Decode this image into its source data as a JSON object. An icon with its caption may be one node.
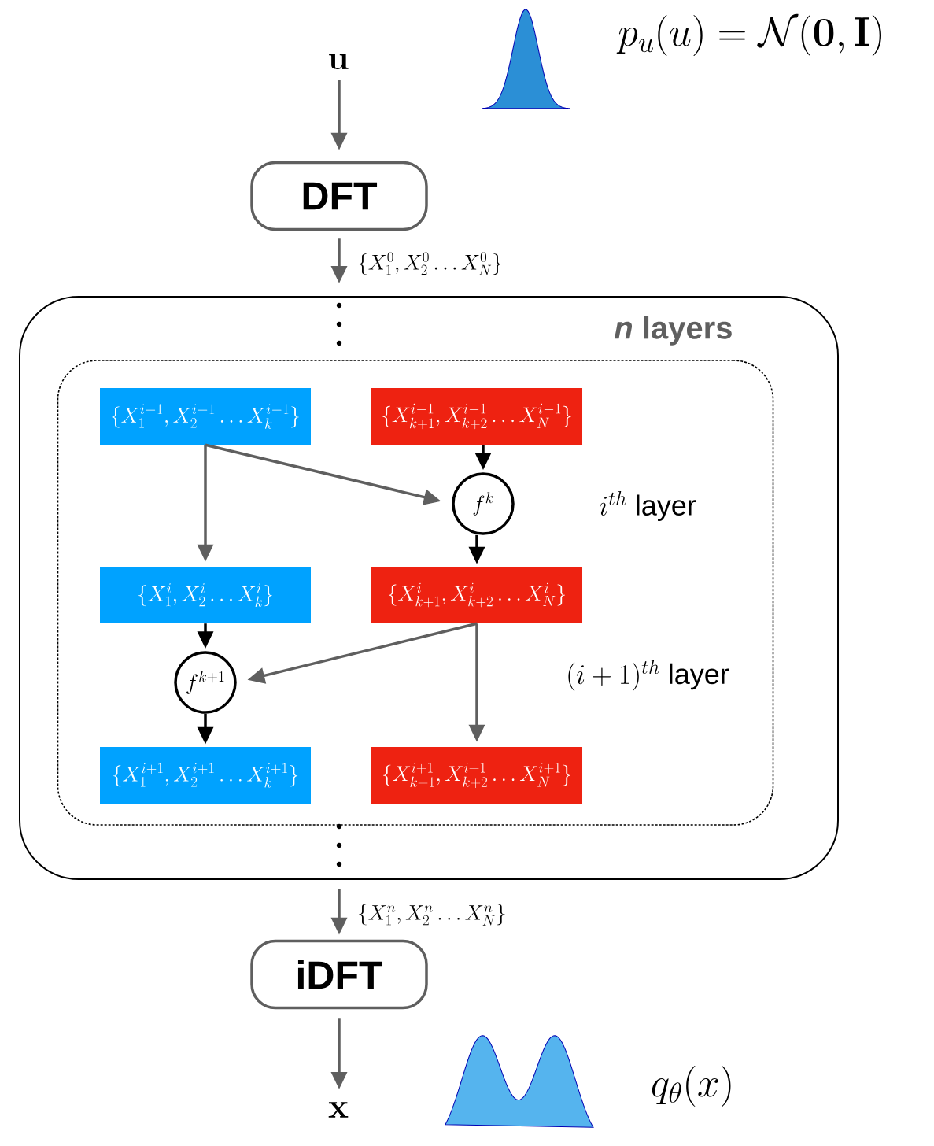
{
  "diagram": {
    "nodes": [
      {
        "text": [
          "\\mathbf{u}"
        ]
      },
      {
        "text": [
          "DFT"
        ]
      },
      {
        "text": [
          "*n* layers"
        ]
      },
      {
        "text": [],
        "shape": "box",
        "in": 2
      },
      {
        "text": [
          "\\{X_1^{i-1}, X_2^{i-1}\\dots X_k^{i-1}\\}"
        ],
        "in": 3
      },
      {
        "text": [
          "\\{X_{k+1}^{i-1}, X_{k+2}^{i-1}\\dots X_N^{i-1}\\}"
        ],
        "in": 3
      },
      {
        "text": [
          "f^k"
        ],
        "in": 3
      },
      {
        "text": [
          "\\{X_1^{i}, X_2^{i}\\dots X_k^{i}\\}"
        ],
        "in": 3
      },
      {
        "text": [
          "\\{X_{k+1}^{i}, X_{k+2}^{i}\\dots X_N^{i}\\}"
        ],
        "in": 3
      },
      {
        "text": [
          "f^{k+1}"
        ],
        "in": 3
      },
      {
        "text": [
          "\\{X_1^{i+1}, X_2^{i+1}\\dots X_k^{i+1}\\}"
        ],
        "in": 3
      },
      {
        "text": [
          "\\{X_{k+1}^{i+1}, X_{k+2}^{i+1}\\dots X_N^{i+1}\\}"
        ],
        "in": 3
      },
      {
        "text": [
          "iDFT"
        ]
      },
      {
        "text": [
          "\\mathbf{x}"
        ]
      }
    ],
    "edges": [
      {
        "from": 0,
        "to": 1,
        "arrow": "to"
      },
      {
        "from": 1,
        "to": 2,
        "arrow": "to",
        "label": "\\{X_1^0, X_2^0\\dots X_N^0\\}"
      },
      {
        "from": 4,
        "to": 7,
        "arrow": "to"
      },
      {
        "from": 4,
        "to": 6,
        "arrow": "to"
      },
      {
        "from": 5,
        "to": 6,
        "arrow": "to",
        "color": "#000000"
      },
      {
        "from": 6,
        "to": 8,
        "arrow": "to",
        "color": "#000000"
      },
      {
        "from": 7,
        "to": 9,
        "arrow": "to",
        "color": "#000000"
      },
      {
        "from": 8,
        "to": 9,
        "arrow": "to"
      },
      {
        "from": 8,
        "to": 11,
        "arrow": "to"
      },
      {
        "from": 9,
        "to": 10,
        "arrow": "to",
        "color": "#000000"
      },
      {
        "from": 2,
        "to": 12,
        "arrow": "to",
        "label": "\\{X_1^n, X_2^n\\dots X_N^n\\}"
      },
      {
        "from": 12,
        "to": 13,
        "arrow": "to"
      }
    ],
    "labels": [
      "p_u(u) = \\mathcal{N}(\\mathbf{0},\\mathbf{I})",
      "i^{th}\\text{ layer}",
      "(i+1)^{th}\\text{ layer}",
      "q_\\theta(x)"
    ]
  }
}
